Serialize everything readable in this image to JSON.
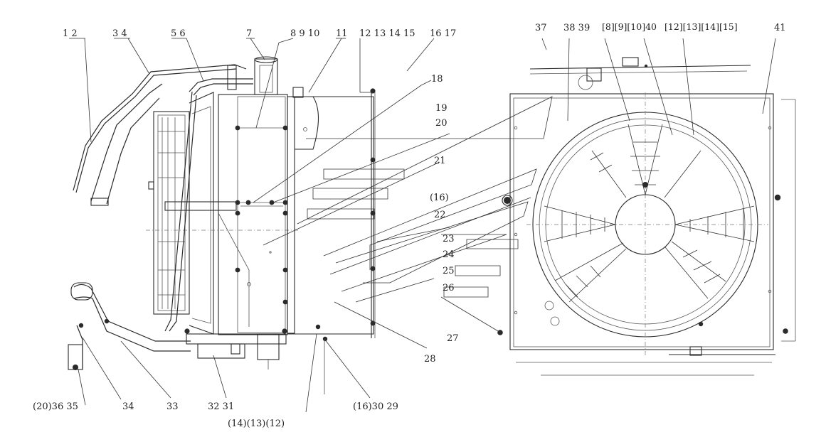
{
  "labels": {
    "l_1_2": "1 2",
    "l_3_4": "3 4",
    "l_5_6": "5 6",
    "l_7": "7",
    "l_8_9_10": "8 9 10",
    "l_11": "11",
    "l_12_15": "12 13 14 15",
    "l_16_17": "16 17",
    "l_18": "18",
    "l_19": "19",
    "l_20": "20",
    "l_21": "21",
    "l_16p": "(16)",
    "l_22": "22",
    "l_23": "23",
    "l_24": "24",
    "l_25": "25",
    "l_26": "26",
    "l_27": "27",
    "l_28": "28",
    "l_37": "37",
    "l_38_39": "38 39",
    "l_8_40": "[8][9][10]40",
    "l_12_15b": "[12][13][14][15]",
    "l_41": "41",
    "l_20_36_35": "(20)36 35",
    "l_34": "34",
    "l_33": "33",
    "l_32_31": "32 31",
    "l_14_12": "(14)(13)(12)",
    "l_16_30_29": "(16)30  29"
  }
}
